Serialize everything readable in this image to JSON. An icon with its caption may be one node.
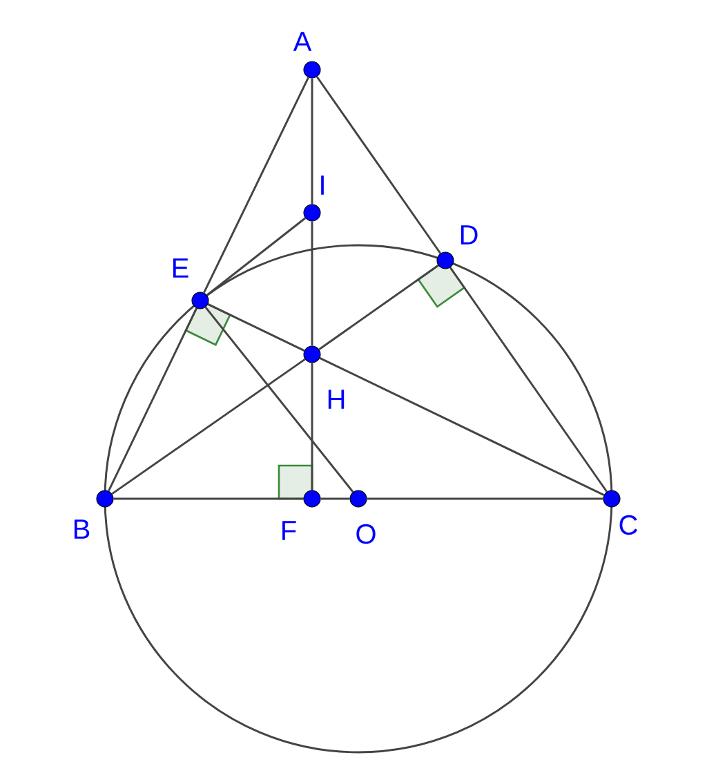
{
  "diagram": {
    "nodes": [
      {
        "text": [
          "A"
        ]
      },
      {
        "text": [
          "I"
        ]
      },
      {
        "text": [
          "D"
        ]
      },
      {
        "text": [
          "E"
        ]
      },
      {
        "text": [
          "H"
        ]
      },
      {
        "text": [
          "B"
        ]
      },
      {
        "text": [
          "F"
        ]
      },
      {
        "text": [
          "O"
        ]
      },
      {
        "text": [
          "C"
        ]
      }
    ],
    "edges": [
      {
        "from": 0,
        "to": 3,
        "arrow": "none"
      },
      {
        "from": 3,
        "to": 5,
        "arrow": "none"
      },
      {
        "from": 0,
        "to": 2,
        "arrow": "none"
      },
      {
        "from": 2,
        "to": 8,
        "arrow": "none"
      },
      {
        "from": 5,
        "to": 6,
        "arrow": "none"
      },
      {
        "from": 6,
        "to": 7,
        "arrow": "none"
      },
      {
        "from": 7,
        "to": 8,
        "arrow": "none"
      },
      {
        "from": 0,
        "to": 1,
        "arrow": "none"
      },
      {
        "from": 1,
        "to": 4,
        "arrow": "none"
      },
      {
        "from": 4,
        "to": 6,
        "arrow": "none"
      },
      {
        "from": 3,
        "to": 1,
        "arrow": "none"
      },
      {
        "from": 3,
        "to": 4,
        "arrow": "none"
      },
      {
        "from": 4,
        "to": 8,
        "arrow": "none"
      },
      {
        "from": 5,
        "to": 4,
        "arrow": "none"
      },
      {
        "from": 4,
        "to": 2,
        "arrow": "none"
      },
      {
        "from": 3,
        "to": 7,
        "arrow": "none"
      }
    ]
  }
}
